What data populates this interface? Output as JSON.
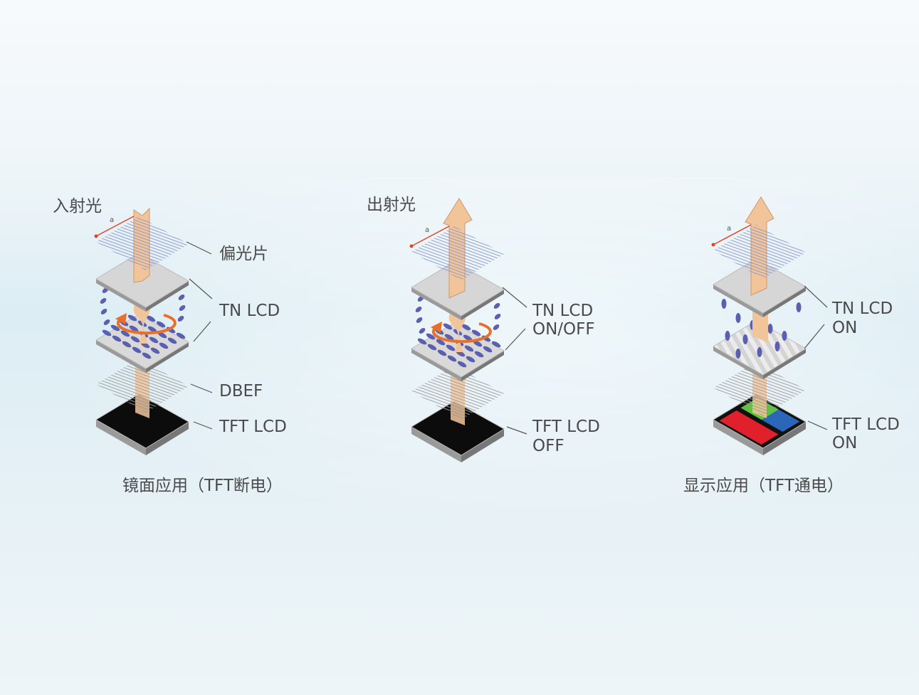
{
  "diagram": {
    "left": {
      "title": "入射光",
      "polarizer_label": "偏光片",
      "tn_label": "TN LCD",
      "dbef_label": "DBEF",
      "tft_label": "TFT LCD",
      "dimension_label": "a",
      "caption": "镜面应用（TFT断电）"
    },
    "middle": {
      "title": "出射光",
      "tn_label_1": "TN LCD",
      "tn_label_2": "ON/OFF",
      "tft_label_1": "TFT LCD",
      "tft_label_2": "OFF",
      "dimension_label": "a"
    },
    "right": {
      "tn_label_1": "TN LCD",
      "tn_label_2": "ON",
      "tft_label_1": "TFT LCD",
      "tft_label_2": "ON",
      "dimension_label": "a",
      "caption": "显示应用（TFT通电）"
    },
    "colors": {
      "light": "#f2c49a",
      "rotation_arrow": "#e8702a",
      "molecule": "#5a5fb0",
      "pixel_red": "#e0202a",
      "pixel_green": "#5cc43a",
      "pixel_blue": "#2b66b8"
    }
  }
}
